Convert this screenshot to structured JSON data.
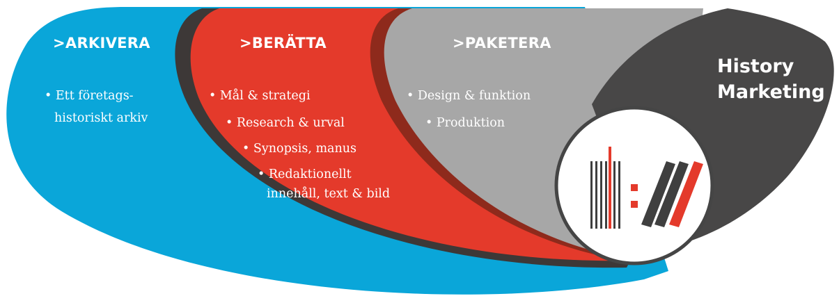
{
  "colors": {
    "arkivera": "#0aa6d9",
    "beratta": "#e43a2b",
    "beratta_rim": "#3d3837",
    "paketera": "#a7a7a7",
    "paketera_rim": "#8e2a1c",
    "history": "#484747",
    "logo_dark": "#3f3f3f",
    "logo_red": "#e43a2b"
  },
  "stages": [
    {
      "heading": ">ARKIVERA",
      "bullets": [
        "• Ett företags-",
        "historiskt arkiv"
      ]
    },
    {
      "heading": ">BERÄTTA",
      "bullets": [
        "• Mål & strategi",
        "• Research & urval",
        "• Synopsis, manus",
        "• Redaktionellt",
        "innehåll, text & bild"
      ]
    },
    {
      "heading": ">PAKETERA",
      "bullets": [
        "• Design & funktion",
        "• Produktion"
      ]
    }
  ],
  "brand": {
    "line1": "History",
    "line2": "Marketing"
  },
  "logo": {
    "icon": "history-marketing-logo-icon"
  }
}
